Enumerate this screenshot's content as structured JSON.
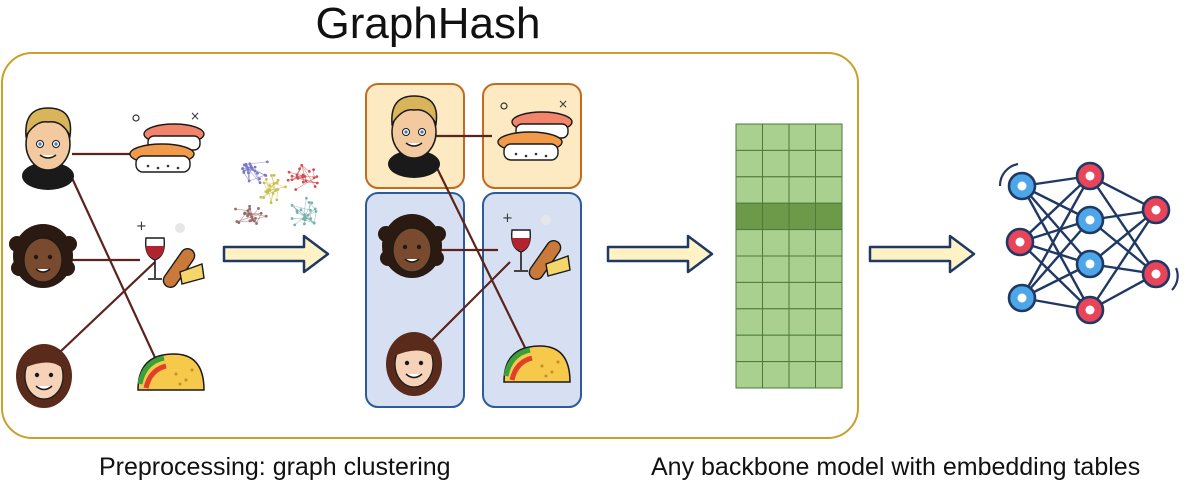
{
  "title": "GraphHash",
  "captions": {
    "left": "Preprocessing: graph clustering",
    "right": "Any backbone model with embedding tables"
  },
  "colors": {
    "frame": "#c8a02a",
    "user_cluster": "#fde9c2",
    "user_cluster_border": "#c46a1e",
    "item_cluster": "#d6e0f2",
    "item_cluster_border": "#2d5a9a",
    "edge": "#5b231c",
    "arrow_fill": "#fff3c6",
    "arrow_stroke": "#1f3864",
    "table_cell": "#a9d08e",
    "table_highlight": "#6d9a48",
    "nn_blue": "#4da6e8",
    "nn_red": "#e8455a",
    "nn_edge": "#1f3864"
  },
  "icons": {
    "users": [
      "man-avatar-icon",
      "woman-avatar-icon",
      "woman-avatar-icon"
    ],
    "items": [
      "sushi-icon",
      "wine-bread-cheese-icon",
      "taco-icon"
    ],
    "clusters": "graph-clusters-icon",
    "model": "neural-network-icon"
  },
  "embedding_table": {
    "rows": 10,
    "cols": 4,
    "highlight_row": 3
  }
}
